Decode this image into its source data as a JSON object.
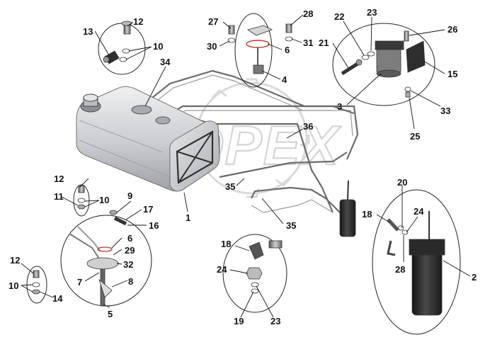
{
  "watermark": "OPEX",
  "colors": {
    "tank": "#c9ccd0",
    "tank_dark": "#8e9297",
    "metal": "#55585c",
    "filter": "#2b2b2b",
    "label": "#111111",
    "watermark": "#d9d9d9"
  },
  "labels": [
    {
      "id": "1",
      "text": "1"
    },
    {
      "id": "2",
      "text": "2"
    },
    {
      "id": "3",
      "text": "3"
    },
    {
      "id": "4",
      "text": "4"
    },
    {
      "id": "5",
      "text": "5"
    },
    {
      "id": "6a",
      "text": "6"
    },
    {
      "id": "6b",
      "text": "6"
    },
    {
      "id": "7",
      "text": "7"
    },
    {
      "id": "8",
      "text": "8"
    },
    {
      "id": "9",
      "text": "9"
    },
    {
      "id": "10a",
      "text": "10"
    },
    {
      "id": "10b",
      "text": "10"
    },
    {
      "id": "10c",
      "text": "10"
    },
    {
      "id": "11",
      "text": "11"
    },
    {
      "id": "12a",
      "text": "12"
    },
    {
      "id": "12b",
      "text": "12"
    },
    {
      "id": "12c",
      "text": "12"
    },
    {
      "id": "13",
      "text": "13"
    },
    {
      "id": "14",
      "text": "14"
    },
    {
      "id": "15",
      "text": "15"
    },
    {
      "id": "16",
      "text": "16"
    },
    {
      "id": "17",
      "text": "17"
    },
    {
      "id": "18a",
      "text": "18"
    },
    {
      "id": "18b",
      "text": "18"
    },
    {
      "id": "19",
      "text": "19"
    },
    {
      "id": "20",
      "text": "20"
    },
    {
      "id": "21",
      "text": "21"
    },
    {
      "id": "22",
      "text": "22"
    },
    {
      "id": "23a",
      "text": "23"
    },
    {
      "id": "23b",
      "text": "23"
    },
    {
      "id": "24a",
      "text": "24"
    },
    {
      "id": "24b",
      "text": "24"
    },
    {
      "id": "25",
      "text": "25"
    },
    {
      "id": "26",
      "text": "26"
    },
    {
      "id": "27",
      "text": "27"
    },
    {
      "id": "28a",
      "text": "28"
    },
    {
      "id": "28b",
      "text": "28"
    },
    {
      "id": "29",
      "text": "29"
    },
    {
      "id": "30",
      "text": "30"
    },
    {
      "id": "31",
      "text": "31"
    },
    {
      "id": "32",
      "text": "32"
    },
    {
      "id": "33",
      "text": "33"
    },
    {
      "id": "34",
      "text": "34"
    },
    {
      "id": "35a",
      "text": "35"
    },
    {
      "id": "35b",
      "text": "35"
    },
    {
      "id": "36",
      "text": "36"
    }
  ]
}
